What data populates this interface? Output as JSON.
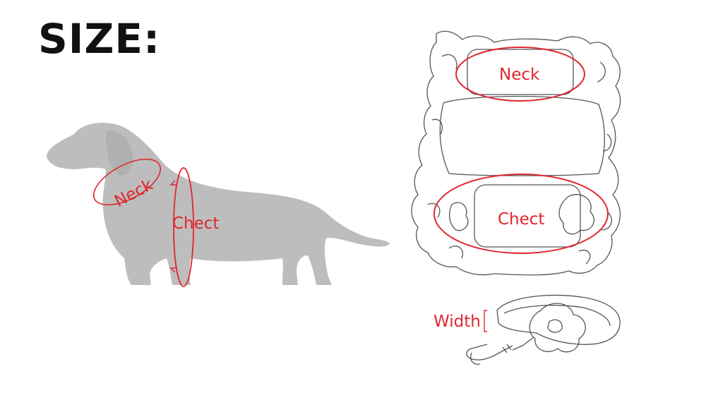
{
  "title": "SIZE:",
  "dog_figure": {
    "neck_label": "Neck",
    "chest_label": "Chect",
    "color": "#bdbdbd"
  },
  "harness_figure": {
    "neck_label": "Neck",
    "chest_label": "Chect"
  },
  "leash_figure": {
    "width_label": "Width"
  },
  "colors": {
    "accent": "#e0262e",
    "title": "#111111",
    "sketch": "#555555"
  }
}
